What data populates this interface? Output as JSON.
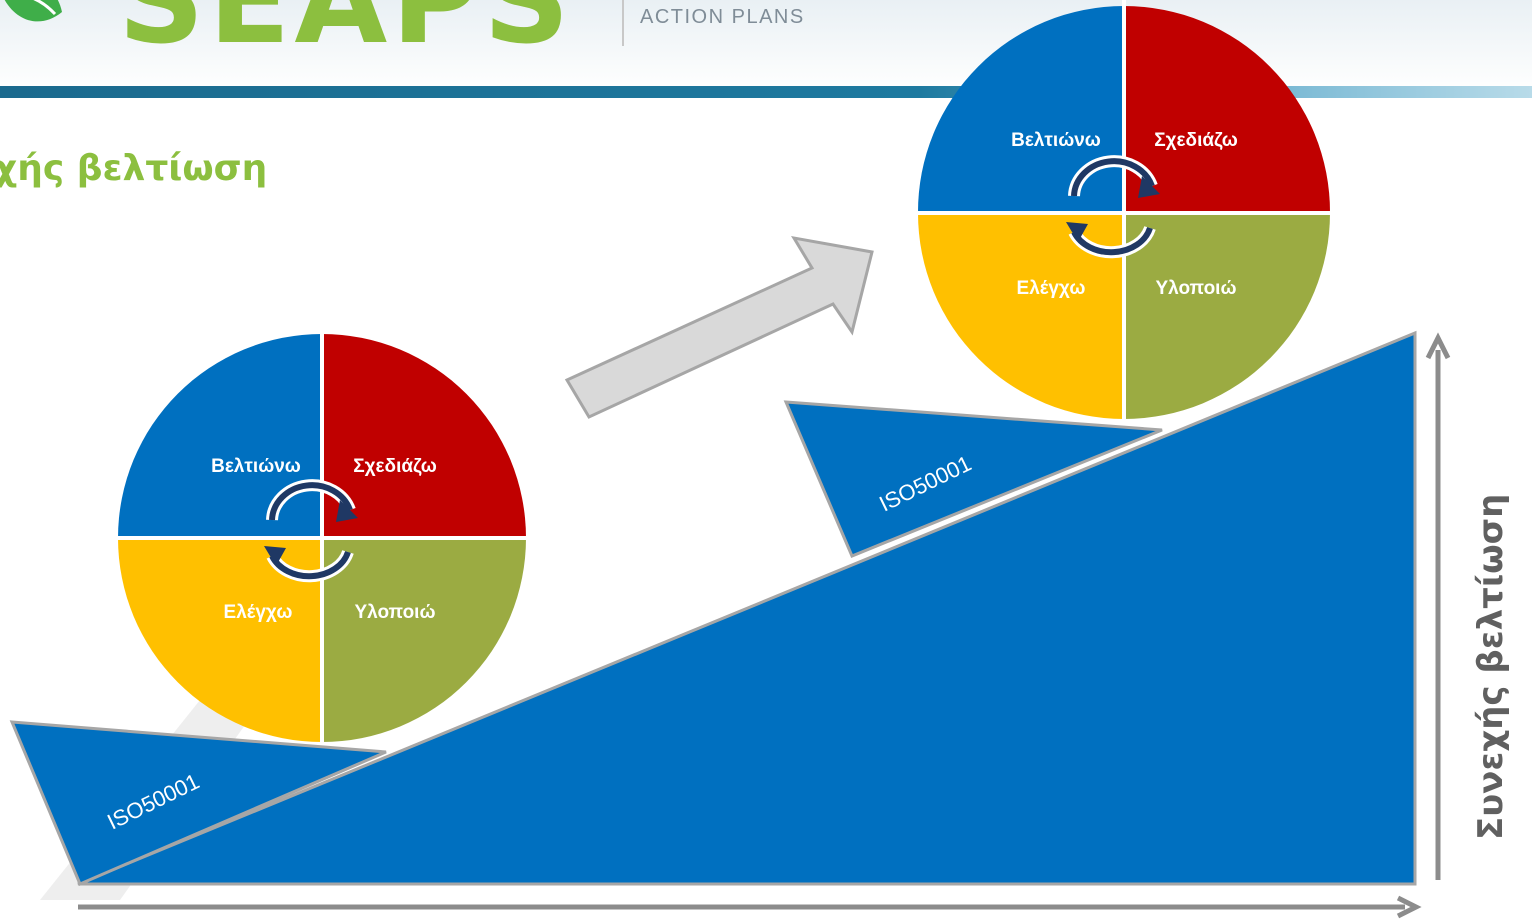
{
  "logo": {
    "wordmark": "SEAPS",
    "subtitle": "ACTION PLANS"
  },
  "title": "χής βελτίωση",
  "side_label": "Συνεχής βελτίωση",
  "colors": {
    "blue": "#0070c0",
    "red": "#c00000",
    "yellow": "#ffc000",
    "olive": "#9bab42",
    "green_title": "#8cbf3f",
    "header_band": "#1e6e96",
    "arrow_gray": "#d9d9d9"
  },
  "cycle_small": {
    "q1": "Βελτιώνω",
    "q2": "Σχεδιάζω",
    "q3": "Ελέγχω",
    "q4": "Υλοποιώ"
  },
  "cycle_large": {
    "q1": "Βελτιώνω",
    "q2": "Σχεδιάζω",
    "q3": "Ελέγχω",
    "q4": "Υλοποιώ"
  },
  "wedge_lower": {
    "label": "ISO50001"
  },
  "wedge_upper": {
    "label": "ISO50001"
  }
}
